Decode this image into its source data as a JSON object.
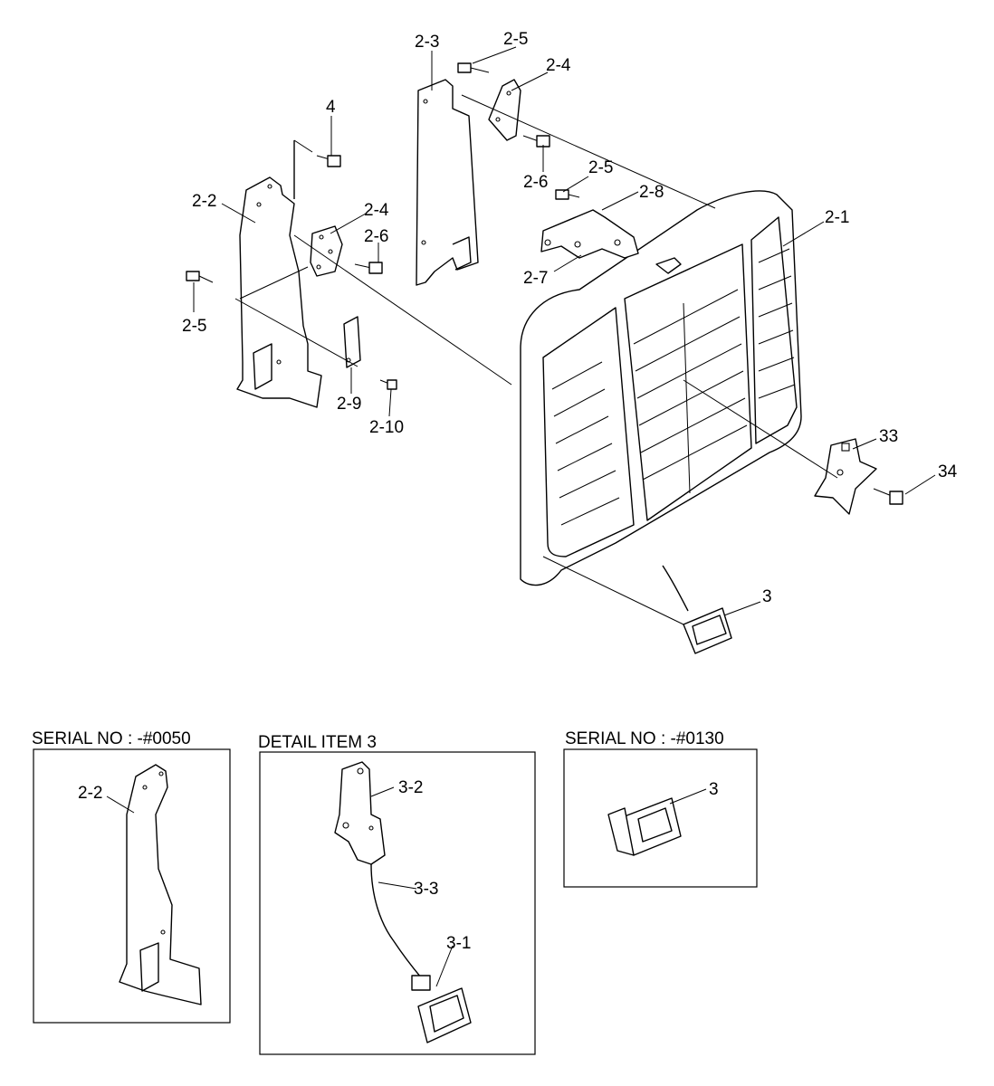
{
  "callouts": {
    "c_2_3": "2-3",
    "c_2_5_top": "2-5",
    "c_2_4_top": "2-4",
    "c_4": "4",
    "c_2_6_top": "2-6",
    "c_2_5_mid": "2-5",
    "c_2_8": "2-8",
    "c_2_2": "2-2",
    "c_2_4_mid": "2-4",
    "c_2_6_mid": "2-6",
    "c_2_1": "2-1",
    "c_2_7": "2-7",
    "c_2_5_left": "2-5",
    "c_2_9": "2-9",
    "c_2_10": "2-10",
    "c_33": "33",
    "c_34": "34",
    "c_3_main": "3",
    "c_2_2_inset": "2-2",
    "c_3_2": "3-2",
    "c_3_3": "3-3",
    "c_3_1": "3-1",
    "c_3_inset": "3"
  },
  "insets": {
    "serial_0050": "SERIAL NO : -#0050",
    "detail_item_3": "DETAIL ITEM 3",
    "serial_0130": "SERIAL NO : -#0130"
  }
}
